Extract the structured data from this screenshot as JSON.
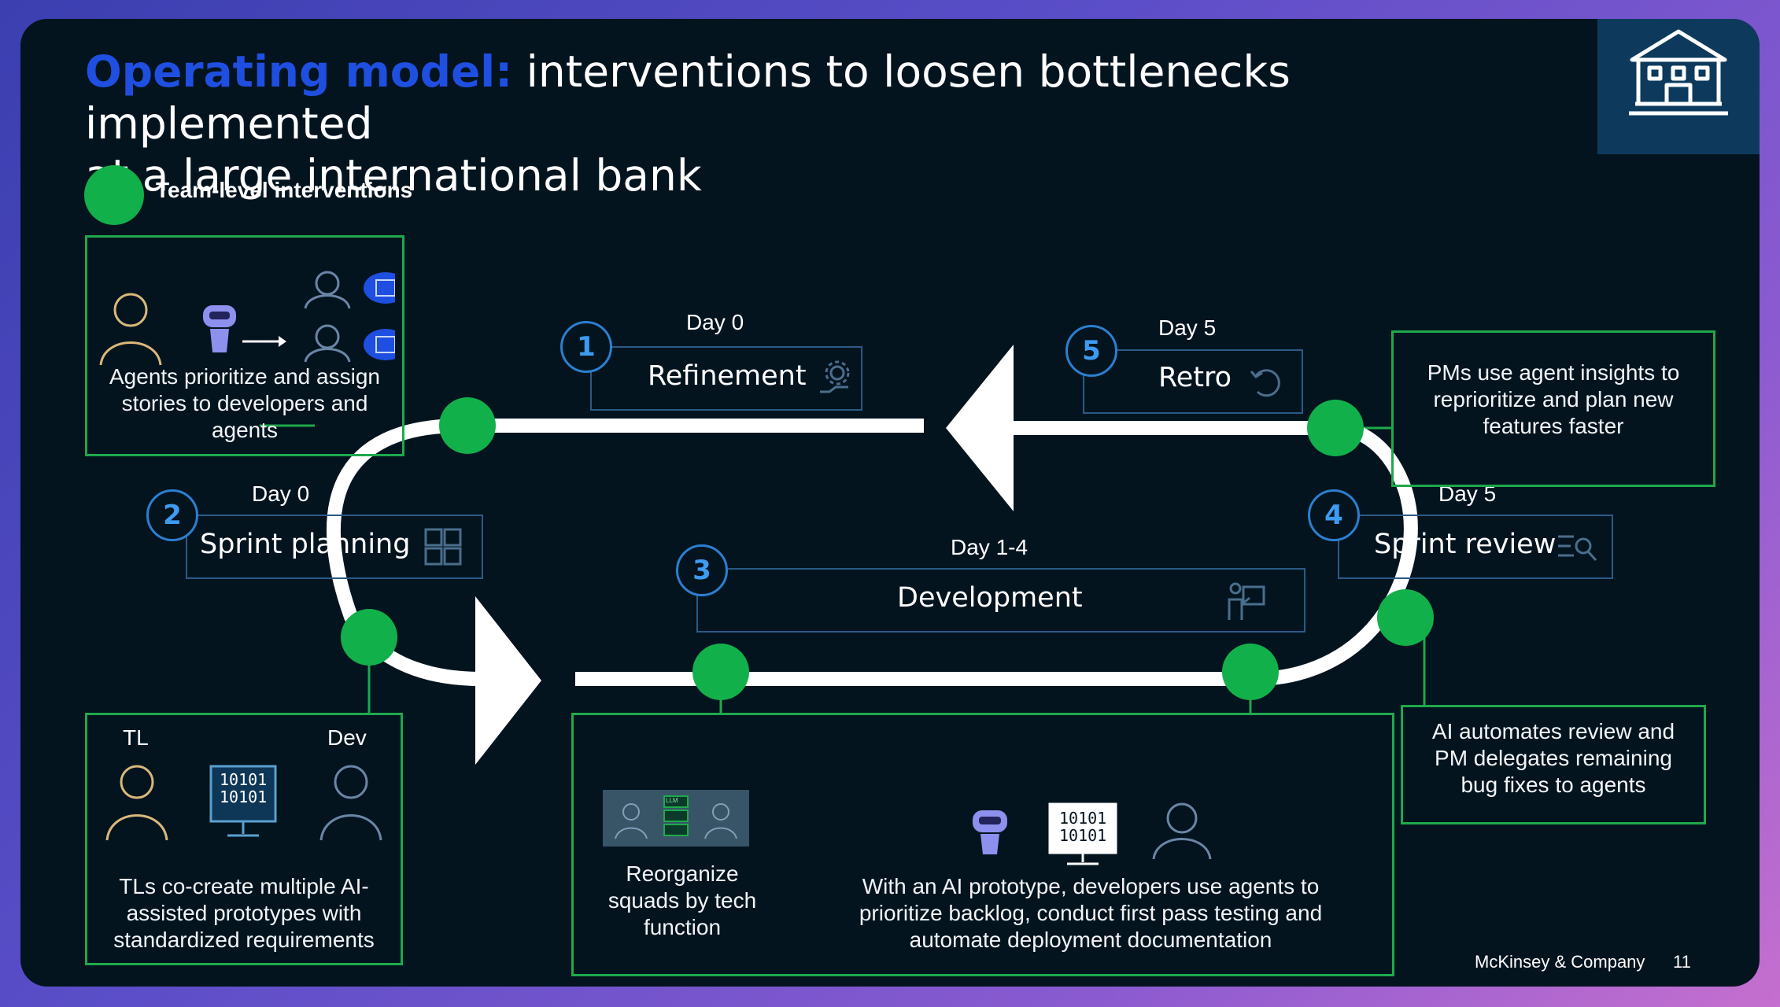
{
  "title": {
    "accent": "Operating model:",
    "rest_line1": "interventions to loosen bottlenecks implemented",
    "rest_line2": "at a large international bank"
  },
  "legend": {
    "label": "Team-level interventions",
    "color": "#12b04a"
  },
  "stages": [
    {
      "number": "1",
      "name": "Refinement",
      "day": "Day 0",
      "icon": "gear-hand-icon"
    },
    {
      "number": "2",
      "name": "Sprint planning",
      "day": "Day 0",
      "icon": "grid-board-icon"
    },
    {
      "number": "3",
      "name": "Development",
      "day": "Day 1-4",
      "icon": "presenter-icon"
    },
    {
      "number": "4",
      "name": "Sprint review",
      "day": "Day 5",
      "icon": "search-list-icon"
    },
    {
      "number": "5",
      "name": "Retro",
      "day": "Day 5",
      "icon": "undo-arrow-icon"
    }
  ],
  "interventions": {
    "agents_prioritize": "Agents prioritize and assign stories to developers and agents",
    "pm_insights": "PMs use agent insights to reprioritize and plan new features faster",
    "tl_cocreate": "TLs co-create multiple AI-assisted prototypes with standardized requirements",
    "reorganize": "Reorganize squads by tech function",
    "ai_prototype": "With an AI prototype, developers use agents to prioritize backlog, conduct first pass testing and automate deployment documentation",
    "ai_review": "AI automates review and PM delegates remaining bug fixes to agents"
  },
  "roles": {
    "tl": "TL",
    "dev": "Dev"
  },
  "binary_text": {
    "line1": "10101",
    "line2": "10101"
  },
  "llm_label": "LLM",
  "footer": {
    "company": "McKinsey & Company",
    "page": "11"
  },
  "colors": {
    "green": "#12b04a",
    "accent_blue": "#1f4fe0",
    "stage_border": "#2a5a86",
    "number_blue": "#3d9bf0"
  }
}
